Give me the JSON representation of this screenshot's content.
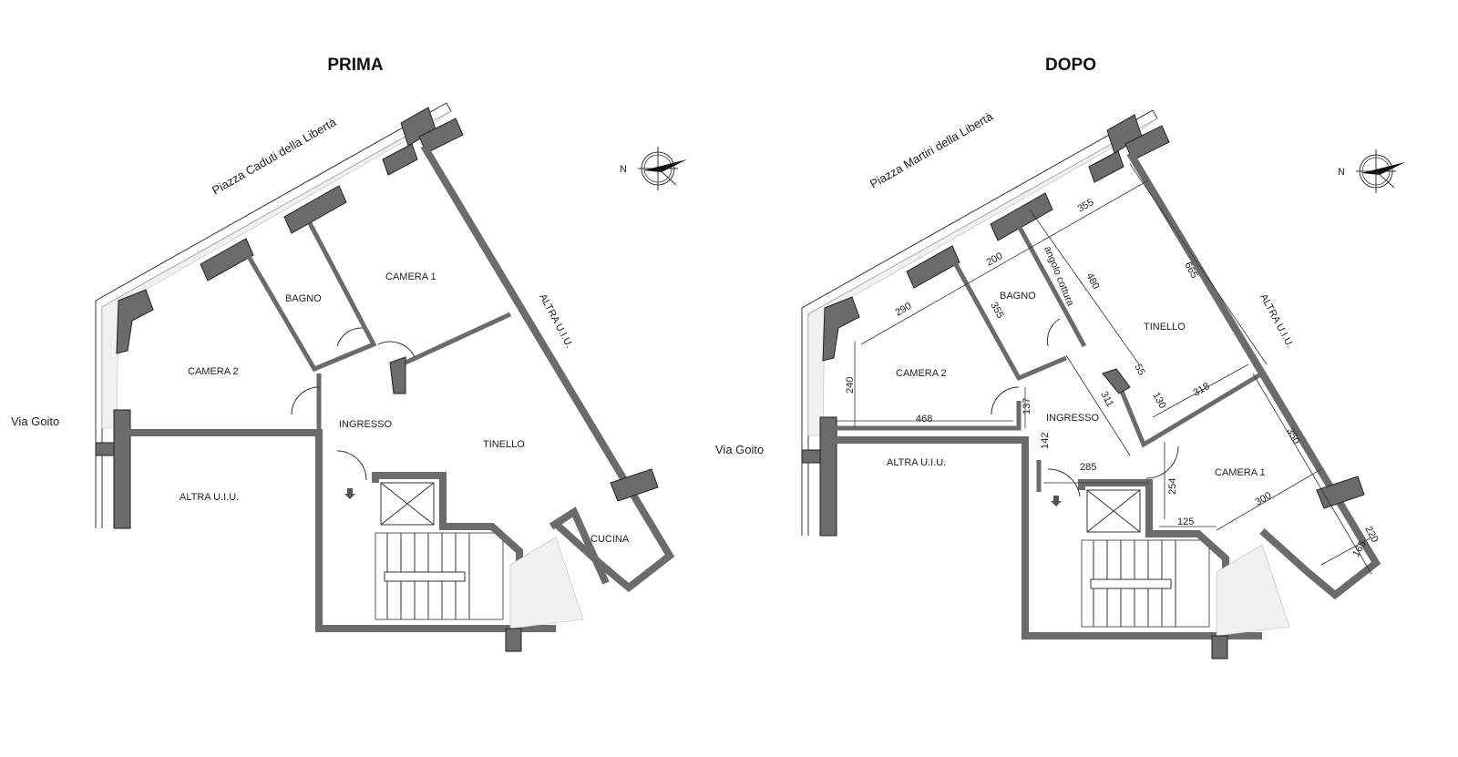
{
  "titles": {
    "before": "PRIMA",
    "after": "DOPO"
  },
  "before": {
    "square": "Piazza Caduti della Libertà",
    "street": "Via Goito",
    "rooms": {
      "camera1": "CAMERA 1",
      "camera2": "CAMERA 2",
      "bagno": "BAGNO",
      "ingresso": "INGRESSO",
      "tinello": "TINELLO",
      "cucina": "CUCINA",
      "altra_left": "ALTRA U.I.U.",
      "altra_right": "ALTRA U.I.U."
    },
    "compass": "N"
  },
  "after": {
    "square": "Piazza Martiri della Libertà",
    "street": "Via Goito",
    "rooms": {
      "camera1": "CAMERA 1",
      "camera2": "CAMERA 2",
      "bagno": "BAGNO",
      "ingresso": "INGRESSO",
      "tinello": "TINELLO",
      "angolo": "angolo cottura",
      "altra_left": "ALTRA U.I.U.",
      "altra_right": "ALTRA U.I.U."
    },
    "compass": "N",
    "dimensions": {
      "d355a": "355",
      "d200": "200",
      "d290": "290",
      "d480": "480",
      "d665": "665",
      "d355b": "355",
      "d240": "240",
      "d468": "468",
      "d137": "137",
      "d311": "311",
      "d55": "55",
      "d130": "130",
      "d318": "318",
      "d350": "350",
      "d142": "142",
      "d285": "285",
      "d254": "254",
      "d125": "125",
      "d300": "300",
      "d220": "220",
      "d165": "165"
    }
  }
}
